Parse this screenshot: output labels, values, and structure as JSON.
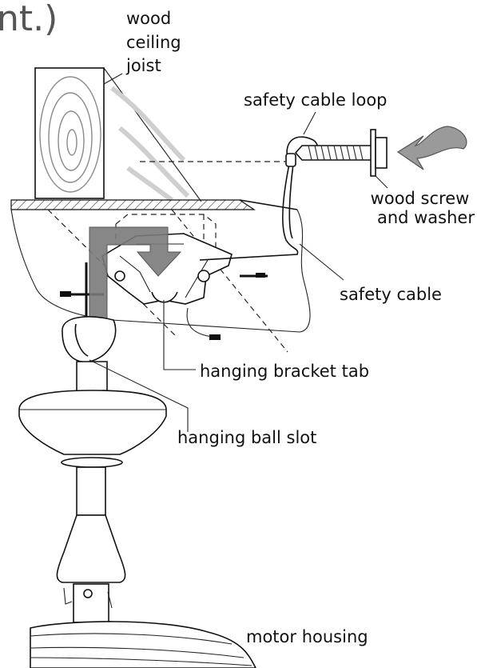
{
  "header": {
    "fragment": "nt.)"
  },
  "labels": {
    "joist": [
      "wood",
      "ceiling",
      "joist"
    ],
    "safety_cable_loop": "safety cable loop",
    "wood_screw": [
      "wood screw",
      "and washer"
    ],
    "safety_cable": "safety cable",
    "hanging_bracket_tab": "hanging bracket tab",
    "hanging_ball_slot": "hanging ball slot",
    "motor_housing": "motor housing"
  },
  "colors": {
    "arrow_dark": "#7a7a7a",
    "arrow_light": "#9a9a9a",
    "shade": "#d9d9d9"
  }
}
